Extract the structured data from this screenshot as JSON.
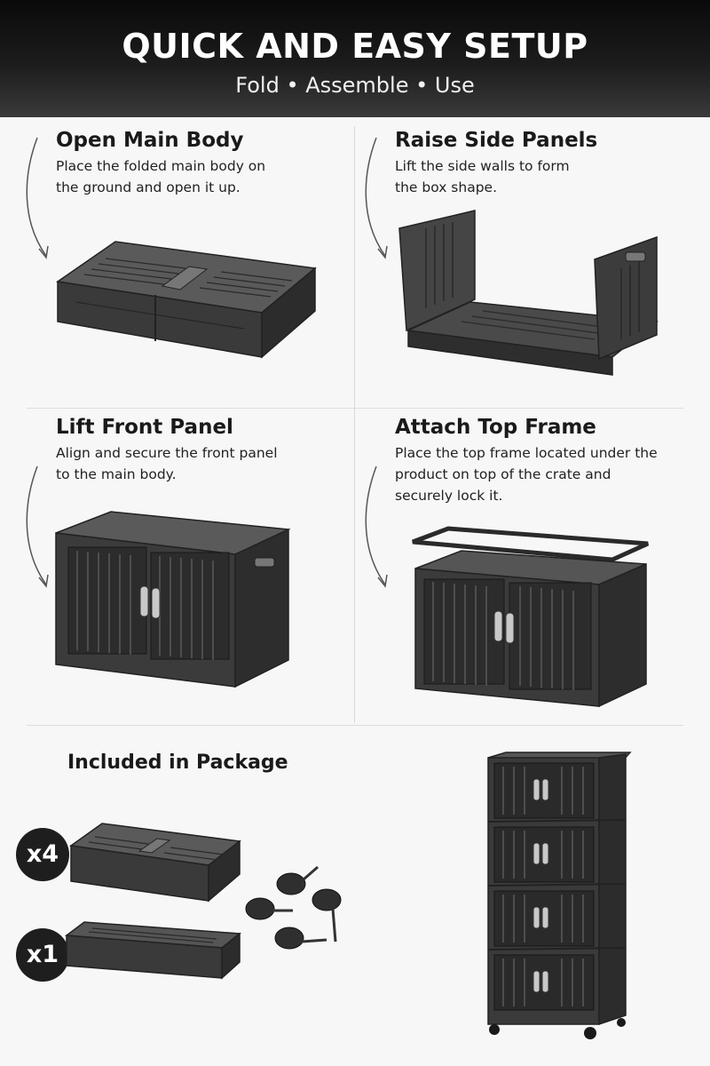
{
  "header": {
    "title": "QUICK AND EASY SETUP",
    "subtitle": "Fold • Assemble • Use"
  },
  "steps": [
    {
      "title": "Open Main Body",
      "lines": [
        "Place the folded main body on",
        "the ground and open it up."
      ]
    },
    {
      "title": "Raise Side Panels",
      "lines": [
        "Lift the side walls to form",
        "the box shape."
      ]
    },
    {
      "title": "Lift Front Panel",
      "lines": [
        "Align and secure the front panel",
        "to the main body."
      ]
    },
    {
      "title": "Attach Top Frame",
      "lines": [
        "Place the top frame located under the",
        "product on top of the crate and",
        "securely lock it."
      ]
    }
  ],
  "package": {
    "title": "Included in Package",
    "items": [
      {
        "quantity": "x4",
        "icon": "folded-crate-icon"
      },
      {
        "quantity": "x1",
        "icon": "top-frame-icon"
      }
    ],
    "extras": [
      "caster-wheels-icon",
      "stacked-cabinet-icon"
    ]
  },
  "colors": {
    "header_bg": "#111111",
    "panel": "#3d3d3d",
    "panel_dark": "#242424",
    "handle": "#c8c8c8"
  }
}
